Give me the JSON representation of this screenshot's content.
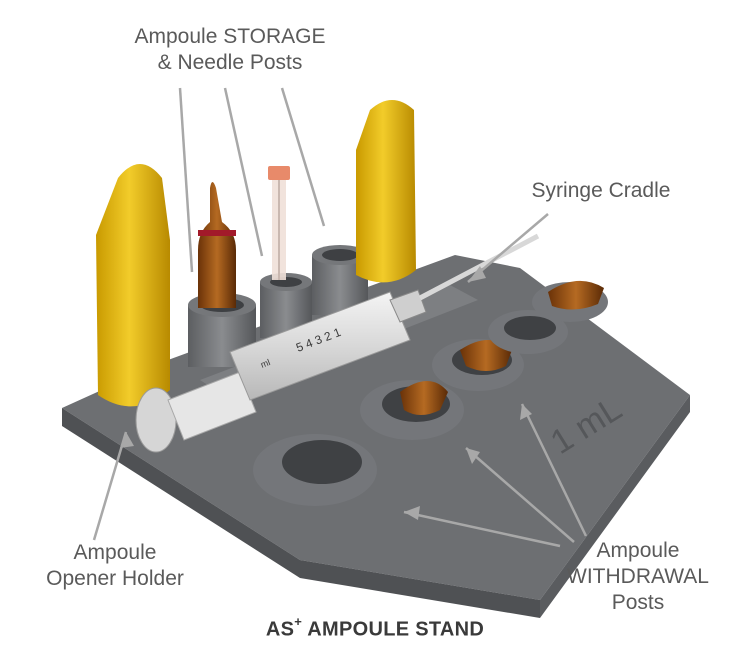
{
  "labels": {
    "storage": [
      "Ampoule STORAGE",
      "& Needle Posts"
    ],
    "cradle": "Syringe Cradle",
    "opener": [
      "Ampoule",
      "Opener Holder"
    ],
    "withdrawal": [
      "Ampoule",
      "WITHDRAWAL",
      "Posts"
    ]
  },
  "embossed_mark": "1 mL",
  "syringe_scale": [
    "1",
    "2",
    "3",
    "4",
    "5"
  ],
  "syringe_unit": "ml",
  "title": {
    "prefix": "AS",
    "superscript": "+",
    "suffix": " AMPOULE STAND"
  },
  "colors": {
    "base": "#6d6f72",
    "cap": "#e2b400",
    "ampoule": "#8a4a12",
    "text": "#5a5a5a"
  }
}
